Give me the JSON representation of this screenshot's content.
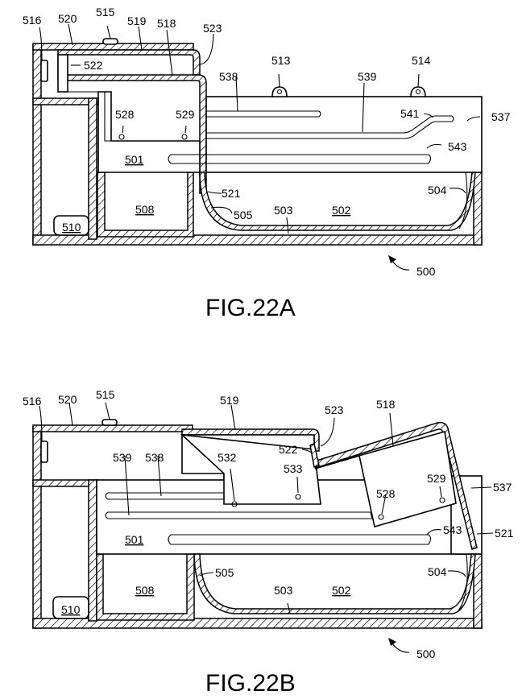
{
  "figures": [
    {
      "caption": "FIG.22A",
      "ref_numerals": {
        "r516": "516",
        "r520": "520",
        "r515": "515",
        "r519": "519",
        "r518": "518",
        "r523": "523",
        "r522": "522",
        "r513": "513",
        "r514": "514",
        "r538": "538",
        "r539": "539",
        "r541": "541",
        "r537": "537",
        "r528": "528",
        "r529": "529",
        "r543": "543",
        "r501": "501",
        "r521": "521",
        "r508": "508",
        "r505": "505",
        "r503": "503",
        "r502": "502",
        "r504": "504",
        "r510": "510",
        "r500": "500"
      }
    },
    {
      "caption": "FIG.22B",
      "ref_numerals": {
        "r516": "516",
        "r520": "520",
        "r515": "515",
        "r519": "519",
        "r523": "523",
        "r518": "518",
        "r539": "539",
        "r538": "538",
        "r532": "532",
        "r522": "522",
        "r533": "533",
        "r529": "529",
        "r537": "537",
        "r528": "528",
        "r501": "501",
        "r543": "543",
        "r521": "521",
        "r505": "505",
        "r504": "504",
        "r508": "508",
        "r503": "503",
        "r502": "502",
        "r510": "510",
        "r500": "500"
      }
    }
  ]
}
